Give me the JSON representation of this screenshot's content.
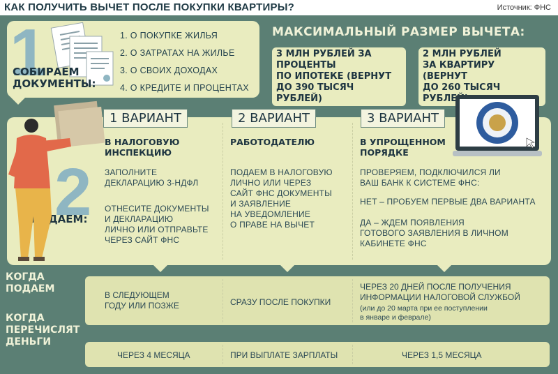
{
  "header": {
    "title": "КАК ПОЛУЧИТЬ ВЫЧЕТ ПОСЛЕ ПОКУПКИ КВАРТИРЫ?",
    "source": "Источник: ФНС"
  },
  "step1": {
    "number": "1",
    "label_line1": "СОБИРАЕМ",
    "label_line2": "ДОКУМЕНТЫ:",
    "items": [
      "1. О ПОКУПКЕ ЖИЛЬЯ",
      "2. О ЗАТРАТАХ НА ЖИЛЬЕ",
      "3. О СВОИХ ДОХОДАХ",
      "4. О КРЕДИТЕ И ПРОЦЕНТАХ"
    ]
  },
  "max": {
    "title": "МАКСИМАЛЬНЫЙ РАЗМЕР ВЫЧЕТА:",
    "left": [
      "3 МЛН РУБЛЕЙ ЗА ПРОЦЕНТЫ",
      "ПО ИПОТЕКЕ (ВЕРНУТ",
      "ДО 390 ТЫСЯЧ РУБЛЕЙ)"
    ],
    "right": [
      "2 МЛН РУБЛЕЙ",
      "ЗА КВАРТИРУ (ВЕРНУТ",
      "ДО 260 ТЫСЯЧ РУБЛЕЙ)"
    ]
  },
  "step2": {
    "number": "2",
    "label": "ПОДАЕМ:"
  },
  "variants": [
    {
      "label": "1 ВАРИАНТ",
      "head": [
        "В НАЛОГОВУЮ",
        "ИНСПЕКЦИЮ"
      ],
      "text1": [
        "ЗАПОЛНИТЕ",
        "ДЕКЛАРАЦИЮ 3-НДФЛ"
      ],
      "text2": [
        "ОТНЕСИТЕ ДОКУМЕНТЫ",
        "И ДЕКЛАРАЦИЮ",
        "ЛИЧНО ИЛИ ОТПРАВЬТЕ",
        "ЧЕРЕЗ САЙТ ФНС"
      ]
    },
    {
      "label": "2 ВАРИАНТ",
      "head": [
        "РАБОТОДАТЕЛЮ"
      ],
      "text1": [
        "ПОДАЕМ В НАЛОГОВУЮ",
        "ЛИЧНО ИЛИ ЧЕРЕЗ",
        "САЙТ ФНС ДОКУМЕНТЫ",
        "И ЗАЯВЛЕНИЕ",
        "НА УВЕДОМЛЕНИЕ",
        "О ПРАВЕ НА ВЫЧЕТ"
      ],
      "text2": []
    },
    {
      "label": "3 ВАРИАНТ",
      "head": [
        "В УПРОЩЕННОМ",
        "ПОРЯДКЕ"
      ],
      "text1": [
        "ПРОВЕРЯЕМ, ПОДКЛЮЧИЛСЯ ЛИ",
        "ВАШ БАНК К СИСТЕМЕ ФНС:"
      ],
      "text2": [
        "НЕТ – ПРОБУЕМ ПЕРВЫЕ ДВА ВАРИАНТА"
      ],
      "text3": [
        "ДА – ЖДЕМ ПОЯВЛЕНИЯ",
        "ГОТОВОГО ЗАЯВЛЕНИЯ В ЛИЧНОМ",
        "КАБИНЕТЕ ФНС"
      ]
    }
  ],
  "when_submit": {
    "label": [
      "КОГДА",
      "ПОДАЕМ"
    ],
    "cells": [
      [
        "В СЛЕДУЮЩЕМ",
        "ГОДУ ИЛИ ПОЗЖЕ"
      ],
      [
        "СРАЗУ ПОСЛЕ ПОКУПКИ"
      ],
      [
        "ЧЕРЕЗ 20 ДНЕЙ ПОСЛЕ ПОЛУЧЕНИЯ",
        "ИНФОРМАЦИИ НАЛОГОВОЙ СЛУЖБОЙ"
      ]
    ],
    "note": [
      "(или до 20 марта при ее поступлении",
      "в январе и феврале)"
    ]
  },
  "when_paid": {
    "label": [
      "КОГДА",
      "ПЕРЕЧИСЛЯТ",
      "ДЕНЬГИ"
    ],
    "cells": [
      "ЧЕРЕЗ 4 МЕСЯЦА",
      "ПРИ ВЫПЛАТЕ ЗАРПЛАТЫ",
      "ЧЕРЕЗ 1,5 МЕСЯЦА"
    ]
  },
  "colors": {
    "background": "#5b7f74",
    "panel": "#e9ecbf",
    "digit": "#8fb6c2",
    "dark_text": "#1d3440"
  },
  "icons": [
    "document-stack-icon",
    "person-with-folder-icon",
    "laptop-fns-emblem-icon"
  ]
}
